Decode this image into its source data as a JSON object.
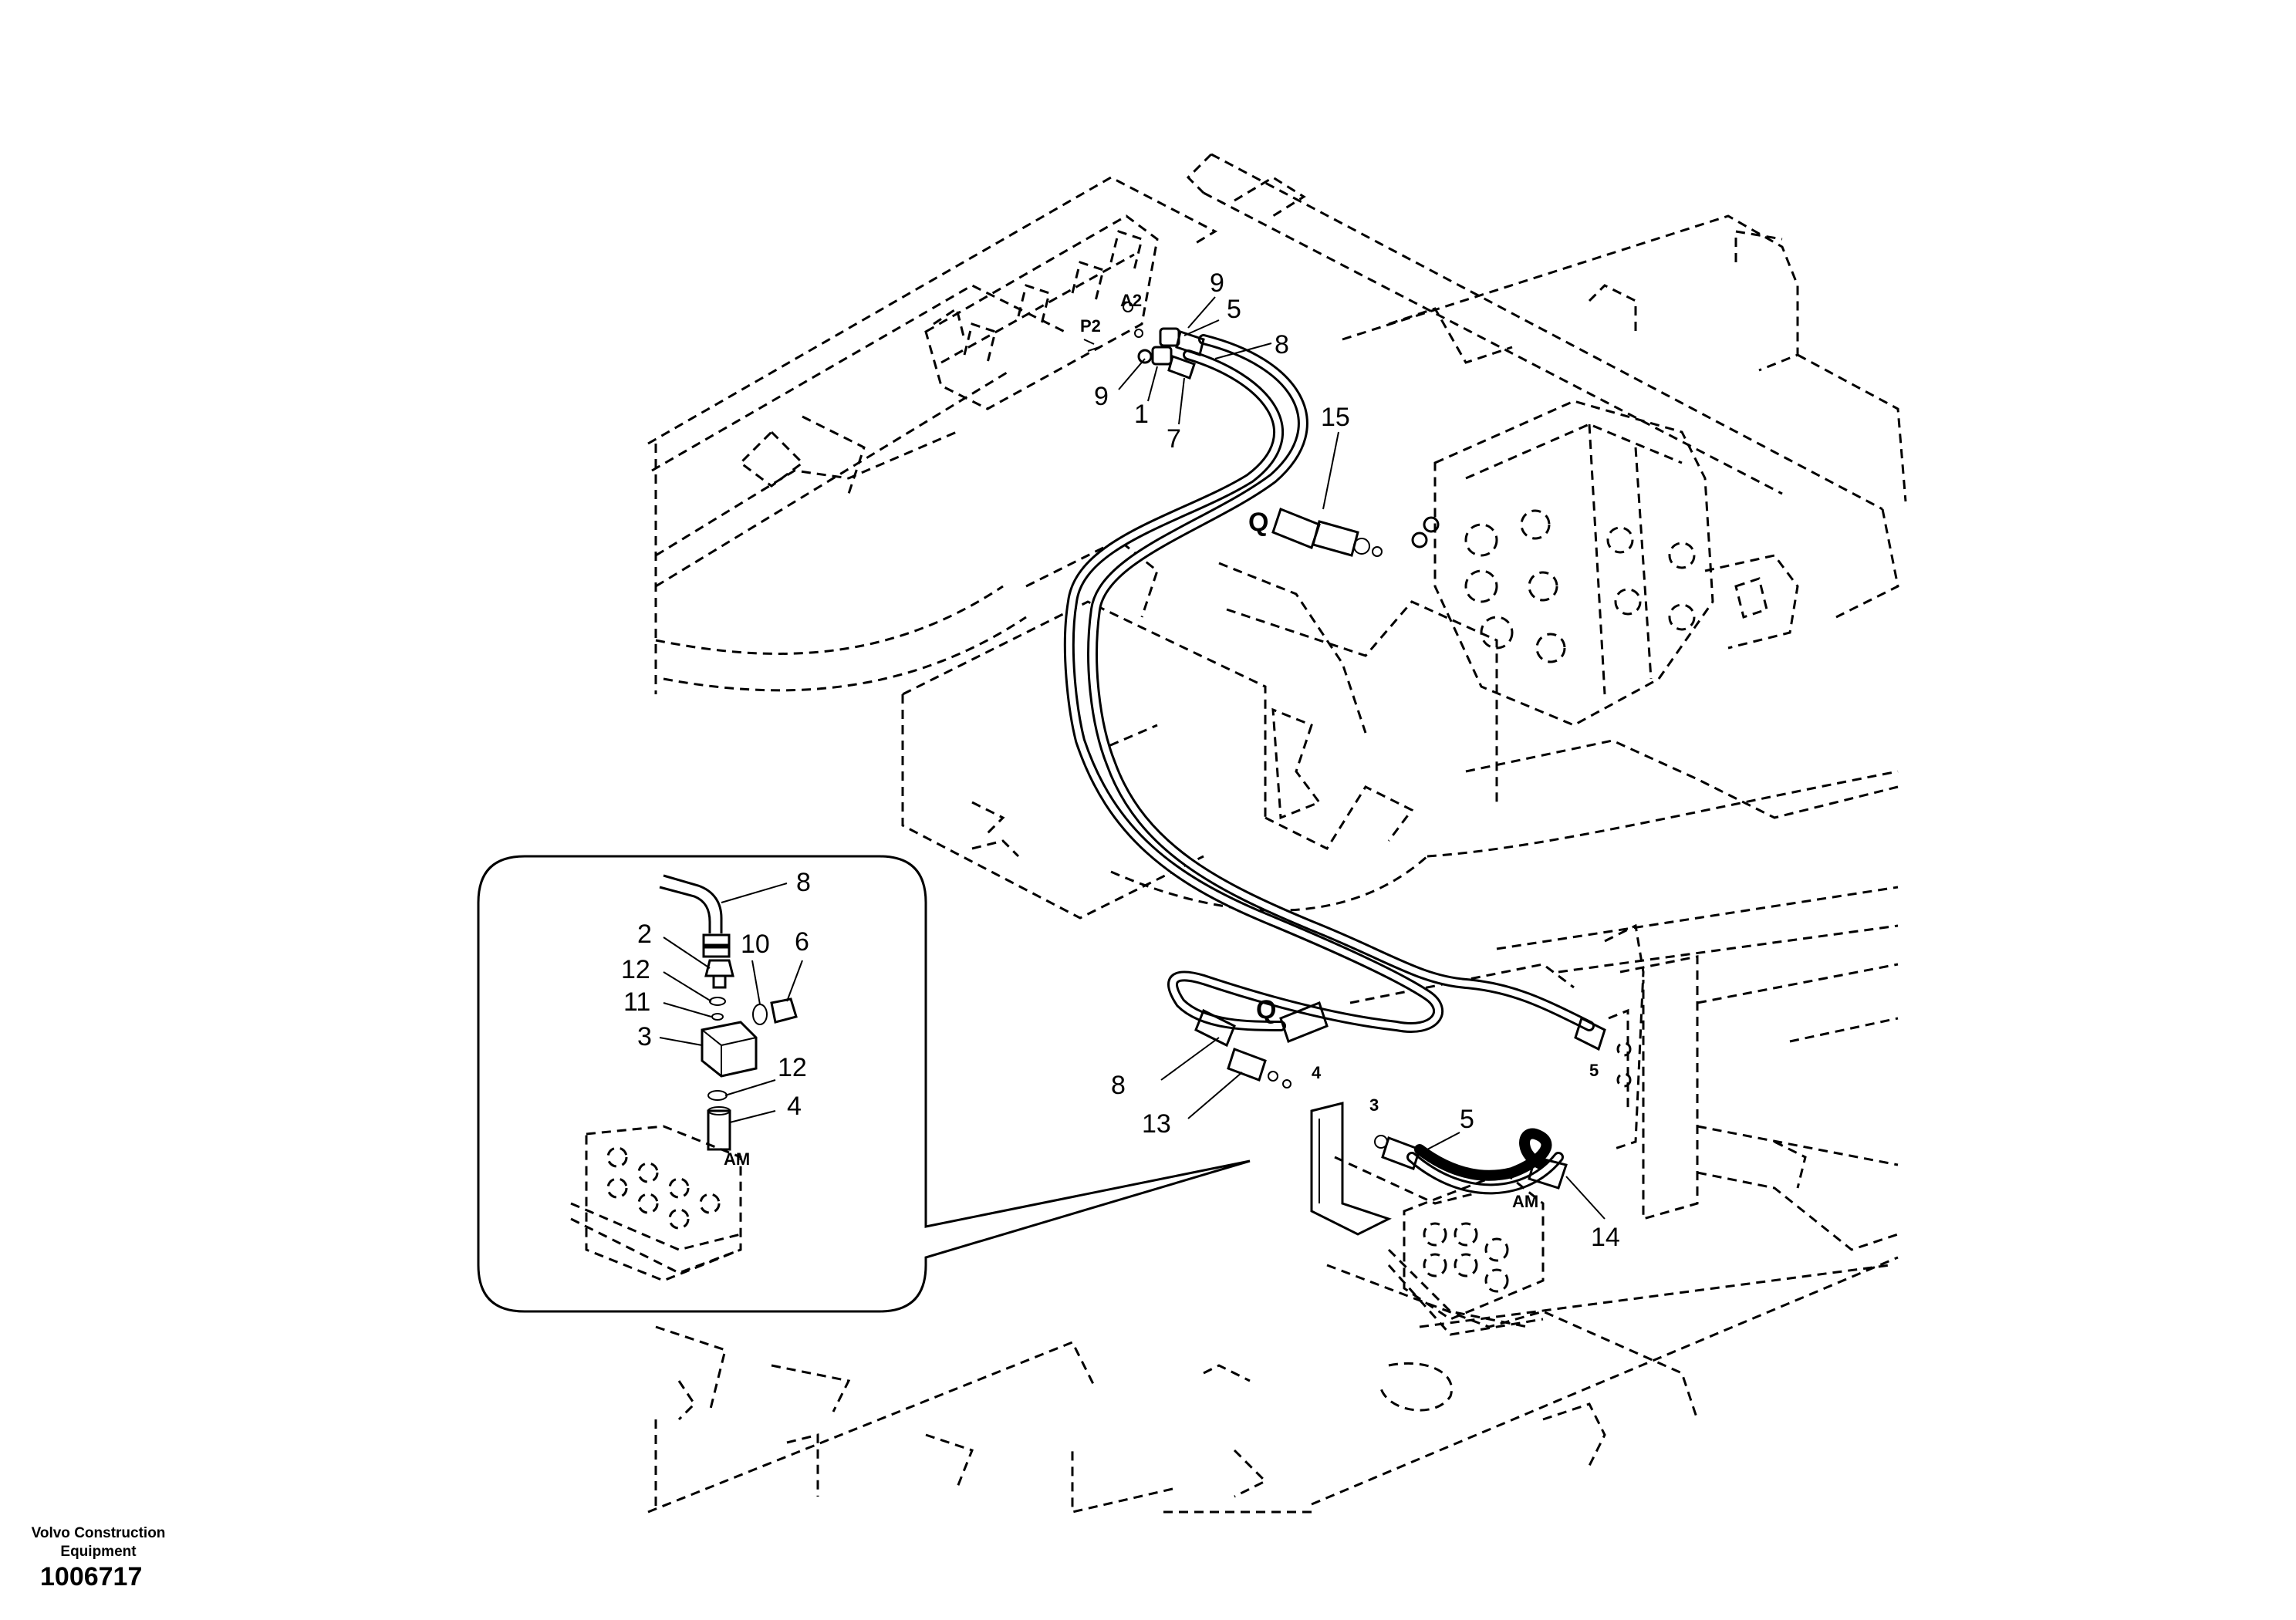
{
  "footer": {
    "brand_line1": "Volvo Construction",
    "brand_line2": "Equipment",
    "drawing_number": "1006717"
  },
  "callouts": {
    "top_9a": "9",
    "top_5": "5",
    "top_8": "8",
    "top_9b": "9",
    "top_1": "1",
    "top_7": "7",
    "top_15": "15",
    "port_P2": "P2",
    "port_A2": "A2",
    "letter_Q_top": "Q",
    "letter_Q_mid": "Q",
    "mid_8": "8",
    "mid_13": "13",
    "mid_4": "4",
    "mid_3": "3",
    "mid_5": "5",
    "right_5": "5",
    "mid_14": "14",
    "label_AM_main": "AM",
    "inset_8": "8",
    "inset_2": "2",
    "inset_10": "10",
    "inset_6": "6",
    "inset_12a": "12",
    "inset_11": "11",
    "inset_3": "3",
    "inset_12b": "12",
    "inset_4": "4",
    "label_AM_inset": "AM"
  },
  "icons": {
    "hose_assembly": "hose-icon",
    "control_valve": "valve-block-icon",
    "quick_coupling": "coupling-icon",
    "elbow_adapter": "elbow-adapter-icon",
    "detail_inset": "magnifier-detail-icon"
  }
}
